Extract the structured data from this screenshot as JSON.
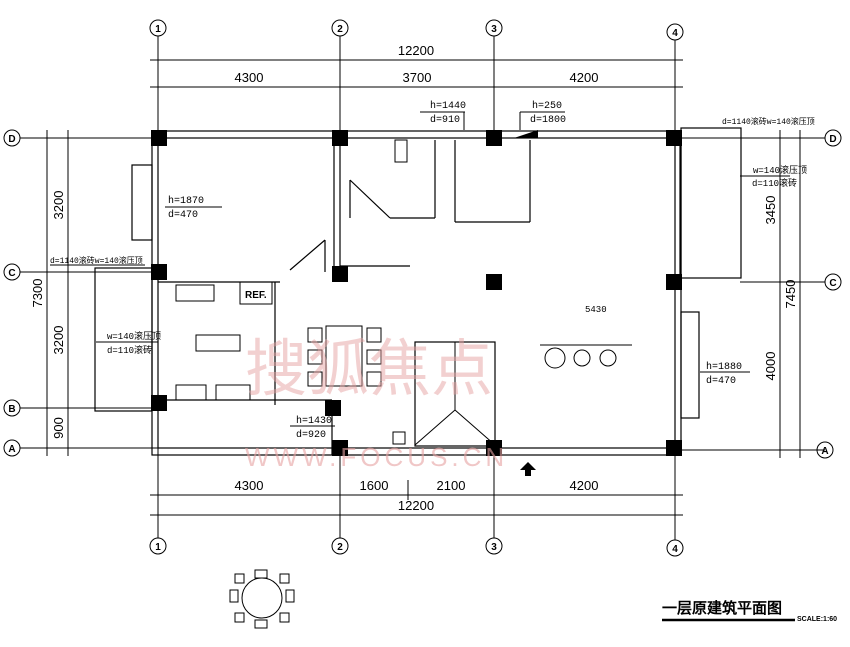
{
  "axes": {
    "columns": [
      "1",
      "2",
      "3",
      "4"
    ],
    "rows": [
      "D",
      "C",
      "B",
      "A"
    ]
  },
  "dimensions": {
    "top_total": "12200",
    "top_segments": [
      "4300",
      "3700",
      "4200"
    ],
    "bottom_segments": [
      "4300",
      "1600",
      "2100",
      "4200"
    ],
    "bottom_total": "12200",
    "left_total": "7300",
    "left_segments": [
      "3200",
      "3200",
      "900"
    ],
    "right_total": "7450",
    "right_segments": [
      "3450",
      "4000"
    ]
  },
  "notes": {
    "win_h1870": "h=1870",
    "win_d470": "d=470",
    "win_h1440": "h=1440",
    "win_d910": "d=910",
    "win_h250": "h=250",
    "win_d1800": "d=1800",
    "top_right_d": "d=1140滚砖w=140滚压顶",
    "right_w": "w=140滚压顶",
    "right_d": "d=110滚砖",
    "left_d": "d=1140滚砖w=140滚压顶",
    "left_w": "w=140滚压顶",
    "left_d2": "d=110滚砖",
    "win_h1430": "h=1430",
    "win_d920": "d=920",
    "win_h1880": "h=1880",
    "win_d470b": "d=470",
    "level": "5430",
    "ref": "REF."
  },
  "watermark": {
    "cn": "搜狐焦点",
    "url": "WWW.FOCUS.CN"
  },
  "title": "一层原建筑平面图",
  "scale": "SCALE:1:60"
}
